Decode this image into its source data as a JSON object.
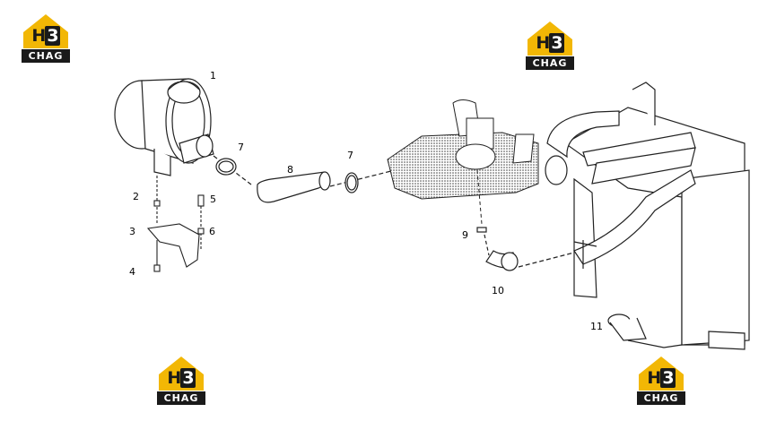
{
  "watermark": {
    "mark_h": "H",
    "mark_3": "3",
    "brand": "CHAG",
    "color_roof": "#f2b705",
    "color_dark": "#1a1a1a"
  },
  "callouts": [
    "1",
    "2",
    "3",
    "4",
    "5",
    "6",
    "7",
    "7",
    "8",
    "9",
    "10",
    "11"
  ]
}
